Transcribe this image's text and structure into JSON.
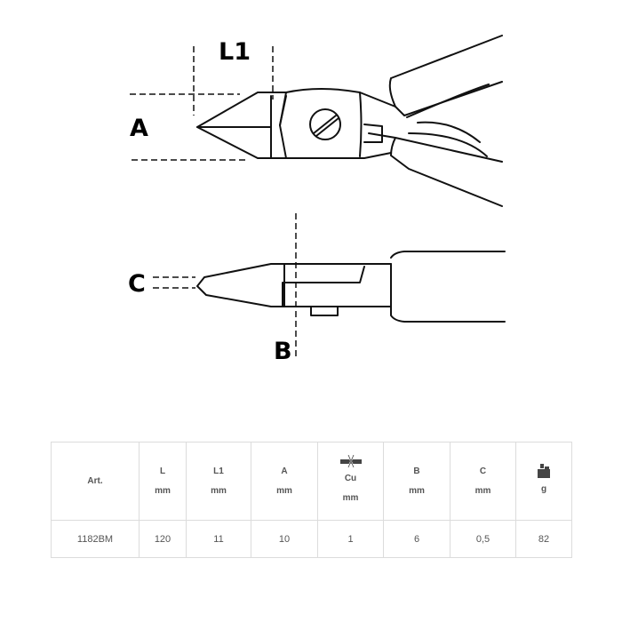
{
  "diagram": {
    "labels": {
      "A": "A",
      "L1": "L1",
      "B": "B",
      "C": "C"
    }
  },
  "table": {
    "columns": [
      {
        "key": "art",
        "name": "Art.",
        "unit": "",
        "icon": ""
      },
      {
        "key": "L",
        "name": "L",
        "unit": "mm",
        "icon": ""
      },
      {
        "key": "L1",
        "name": "L1",
        "unit": "mm",
        "icon": ""
      },
      {
        "key": "A",
        "name": "A",
        "unit": "mm",
        "icon": ""
      },
      {
        "key": "Cu",
        "name": "Cu",
        "unit": "mm",
        "icon": "copper-wire-cut-icon"
      },
      {
        "key": "B",
        "name": "B",
        "unit": "mm",
        "icon": ""
      },
      {
        "key": "C",
        "name": "C",
        "unit": "mm",
        "icon": ""
      },
      {
        "key": "weight",
        "name": "",
        "unit": "g",
        "icon": "weight-icon"
      }
    ],
    "rows": [
      {
        "art": "1182BM",
        "L": "120",
        "L1": "11",
        "A": "10",
        "Cu": "1",
        "B": "6",
        "C": "0,5",
        "weight": "82"
      }
    ]
  }
}
